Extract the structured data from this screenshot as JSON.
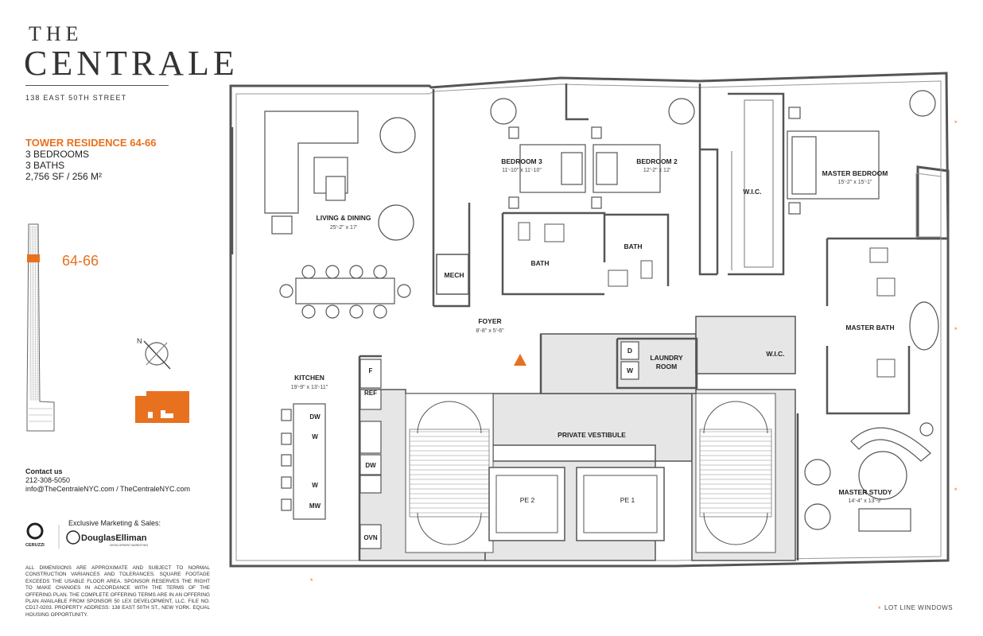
{
  "brand": {
    "line1": "THE",
    "line2": "CENTRALE",
    "address": "138 EAST 50TH STREET"
  },
  "unit": {
    "title": "TOWER RESIDENCE 64-66",
    "bedrooms": "3 BEDROOMS",
    "baths": "3 BATHS",
    "area": "2,756 SF / 256 M²"
  },
  "tower_marker": "64-66",
  "compass": {
    "north_label": "N"
  },
  "contact": {
    "heading": "Contact us",
    "phone": "212-308-5050",
    "email_web": "info@TheCentraleNYC.com / TheCentraleNYC.com"
  },
  "marketing": {
    "label": "Exclusive Marketing & Sales:",
    "developer": "CERUZZI",
    "agency": "DouglasElliman",
    "agency_sub": "DEVELOPMENT MARKETING"
  },
  "disclaimer": "ALL DIMENSIONS ARE APPROXIMATE AND SUBJECT TO NORMAL CONSTRUCTION VARIANCES AND TOLERANCES. SQUARE FOOTAGE EXCEEDS THE USABLE FLOOR AREA. SPONSOR RESERVES THE RIGHT TO MAKE CHANGES IN ACCORDANCE WITH THE TERMS OF THE OFFERING PLAN. THE COMPLETE OFFERING TERMS ARE IN AN OFFERING PLAN AVAILABLE FROM SPONSOR 50 LEX DEVELOPMENT, LLC. FILE NO. CD17-0203. PROPERTY ADDRESS: 138 EAST 50TH ST., NEW YORK. EQUAL HOUSING OPPORTUNITY.",
  "legend": {
    "marker": "*",
    "label": "LOT LINE WINDOWS"
  },
  "colors": {
    "accent": "#e8711f",
    "wall": "#555555",
    "fill": "#e6e6e6"
  },
  "rooms": {
    "living": {
      "name": "LIVING & DINING",
      "dims": "25'-2\" x 17'"
    },
    "bedroom3": {
      "name": "BEDROOM 3",
      "dims": "11'-10\" x 11'-10\""
    },
    "bedroom2": {
      "name": "BEDROOM 2",
      "dims": "12'-2\" x 12'"
    },
    "master_bedroom": {
      "name": "MASTER BEDROOM",
      "dims": "15'-2\" x 15'-1\""
    },
    "wic1": {
      "name": "W.I.C."
    },
    "bath1": {
      "name": "BATH"
    },
    "bath2": {
      "name": "BATH"
    },
    "mech": {
      "name": "MECH"
    },
    "foyer": {
      "name": "FOYER",
      "dims": "8'-8\" x 5'-6\""
    },
    "laundry": {
      "name": "LAUNDRY",
      "name2": "ROOM"
    },
    "laundry_d": "D",
    "laundry_w": "W",
    "wic2": {
      "name": "W.I.C."
    },
    "master_bath": {
      "name": "MASTER BATH"
    },
    "kitchen": {
      "name": "KITCHEN",
      "dims": "19'-9\" x 13'-11\""
    },
    "vestibule": {
      "name": "PRIVATE VESTIBULE"
    },
    "pe2": {
      "name": "PE 2"
    },
    "pe1": {
      "name": "PE 1"
    },
    "master_study": {
      "name": "MASTER STUDY",
      "dims": "14'-4\" x 13'-9\""
    }
  },
  "appliances": {
    "f": "F",
    "ref": "REF",
    "dw1": "DW",
    "w1": "W",
    "dw2": "DW",
    "w2": "W",
    "mw": "MW",
    "ovn": "OVN"
  }
}
